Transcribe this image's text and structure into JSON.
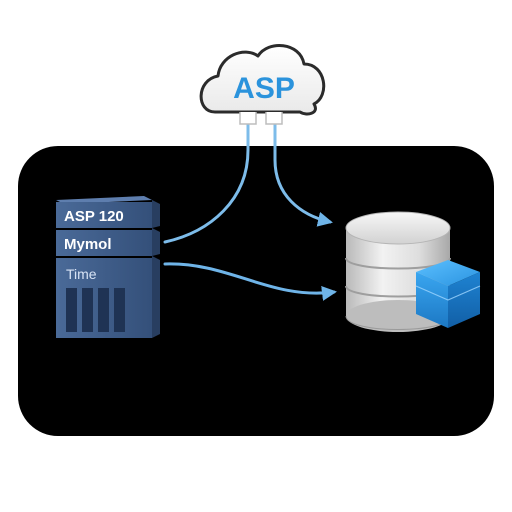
{
  "cloud": {
    "label": "ASP",
    "label_color": "#2b93dc"
  },
  "server": {
    "labels": [
      "ASP 120",
      "Mymol",
      "Time"
    ],
    "color": "#3c5a86"
  },
  "database": {
    "body_color": "#d8d8d8",
    "cube_color": "#2a8fd8"
  },
  "connector": {
    "color": "#6fb4e8"
  },
  "panel": {
    "background": "#000000"
  }
}
